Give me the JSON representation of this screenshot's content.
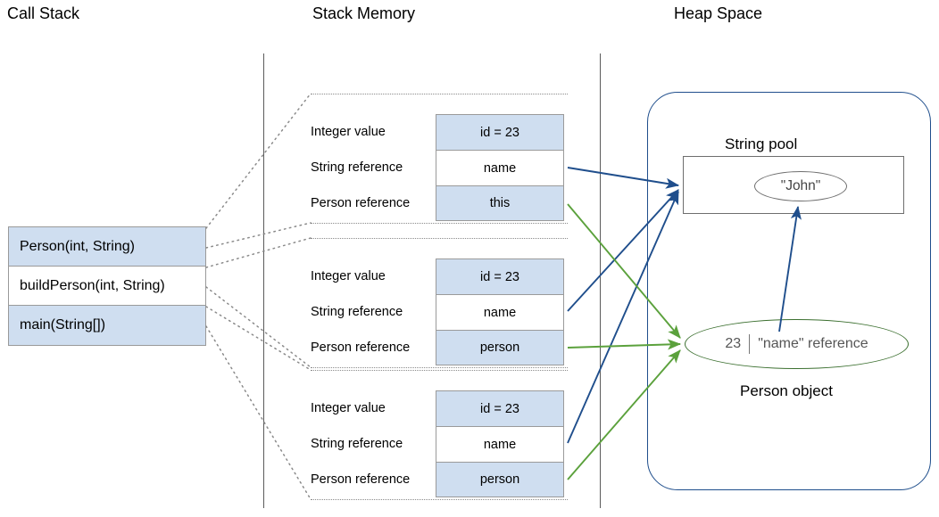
{
  "columns": {
    "call_stack_title": "Call Stack",
    "stack_memory_title": "Stack Memory",
    "heap_space_title": "Heap Space"
  },
  "call_stack": {
    "frames": [
      {
        "label": "Person(int, String)",
        "filled": true
      },
      {
        "label": "buildPerson(int, String)",
        "filled": false
      },
      {
        "label": "main(String[])",
        "filled": true
      }
    ]
  },
  "stack_memory": {
    "frames": [
      {
        "name": "person-constructor-frame",
        "rows": [
          {
            "label": "Integer value",
            "value": "id = 23",
            "filled": true
          },
          {
            "label": "String reference",
            "value": "name",
            "filled": false
          },
          {
            "label": "Person reference",
            "value": "this",
            "filled": true
          }
        ]
      },
      {
        "name": "build-person-frame",
        "rows": [
          {
            "label": "Integer value",
            "value": "id = 23",
            "filled": true
          },
          {
            "label": "String reference",
            "value": "name",
            "filled": false
          },
          {
            "label": "Person reference",
            "value": "person",
            "filled": true
          }
        ]
      },
      {
        "name": "main-frame",
        "rows": [
          {
            "label": "Integer value",
            "value": "id = 23",
            "filled": true
          },
          {
            "label": "String reference",
            "value": "name",
            "filled": false
          },
          {
            "label": "Person reference",
            "value": "person",
            "filled": true
          }
        ]
      }
    ]
  },
  "heap": {
    "string_pool_label": "String pool",
    "string_literal": "\"John\"",
    "person_object_id": "23",
    "person_object_name_ref": "\"name\" reference",
    "person_object_label": "Person object"
  },
  "colors": {
    "cell_fill": "#cfdef0",
    "cell_border": "#9a9a9a",
    "heap_border": "#1f4e8c",
    "string_arrow": "#1f4e8c",
    "person_arrow": "#5ba13c",
    "person_ellipse_border": "#3c7030",
    "divider": "#5b5b5b",
    "connector_dotted": "#8a8a8a"
  }
}
